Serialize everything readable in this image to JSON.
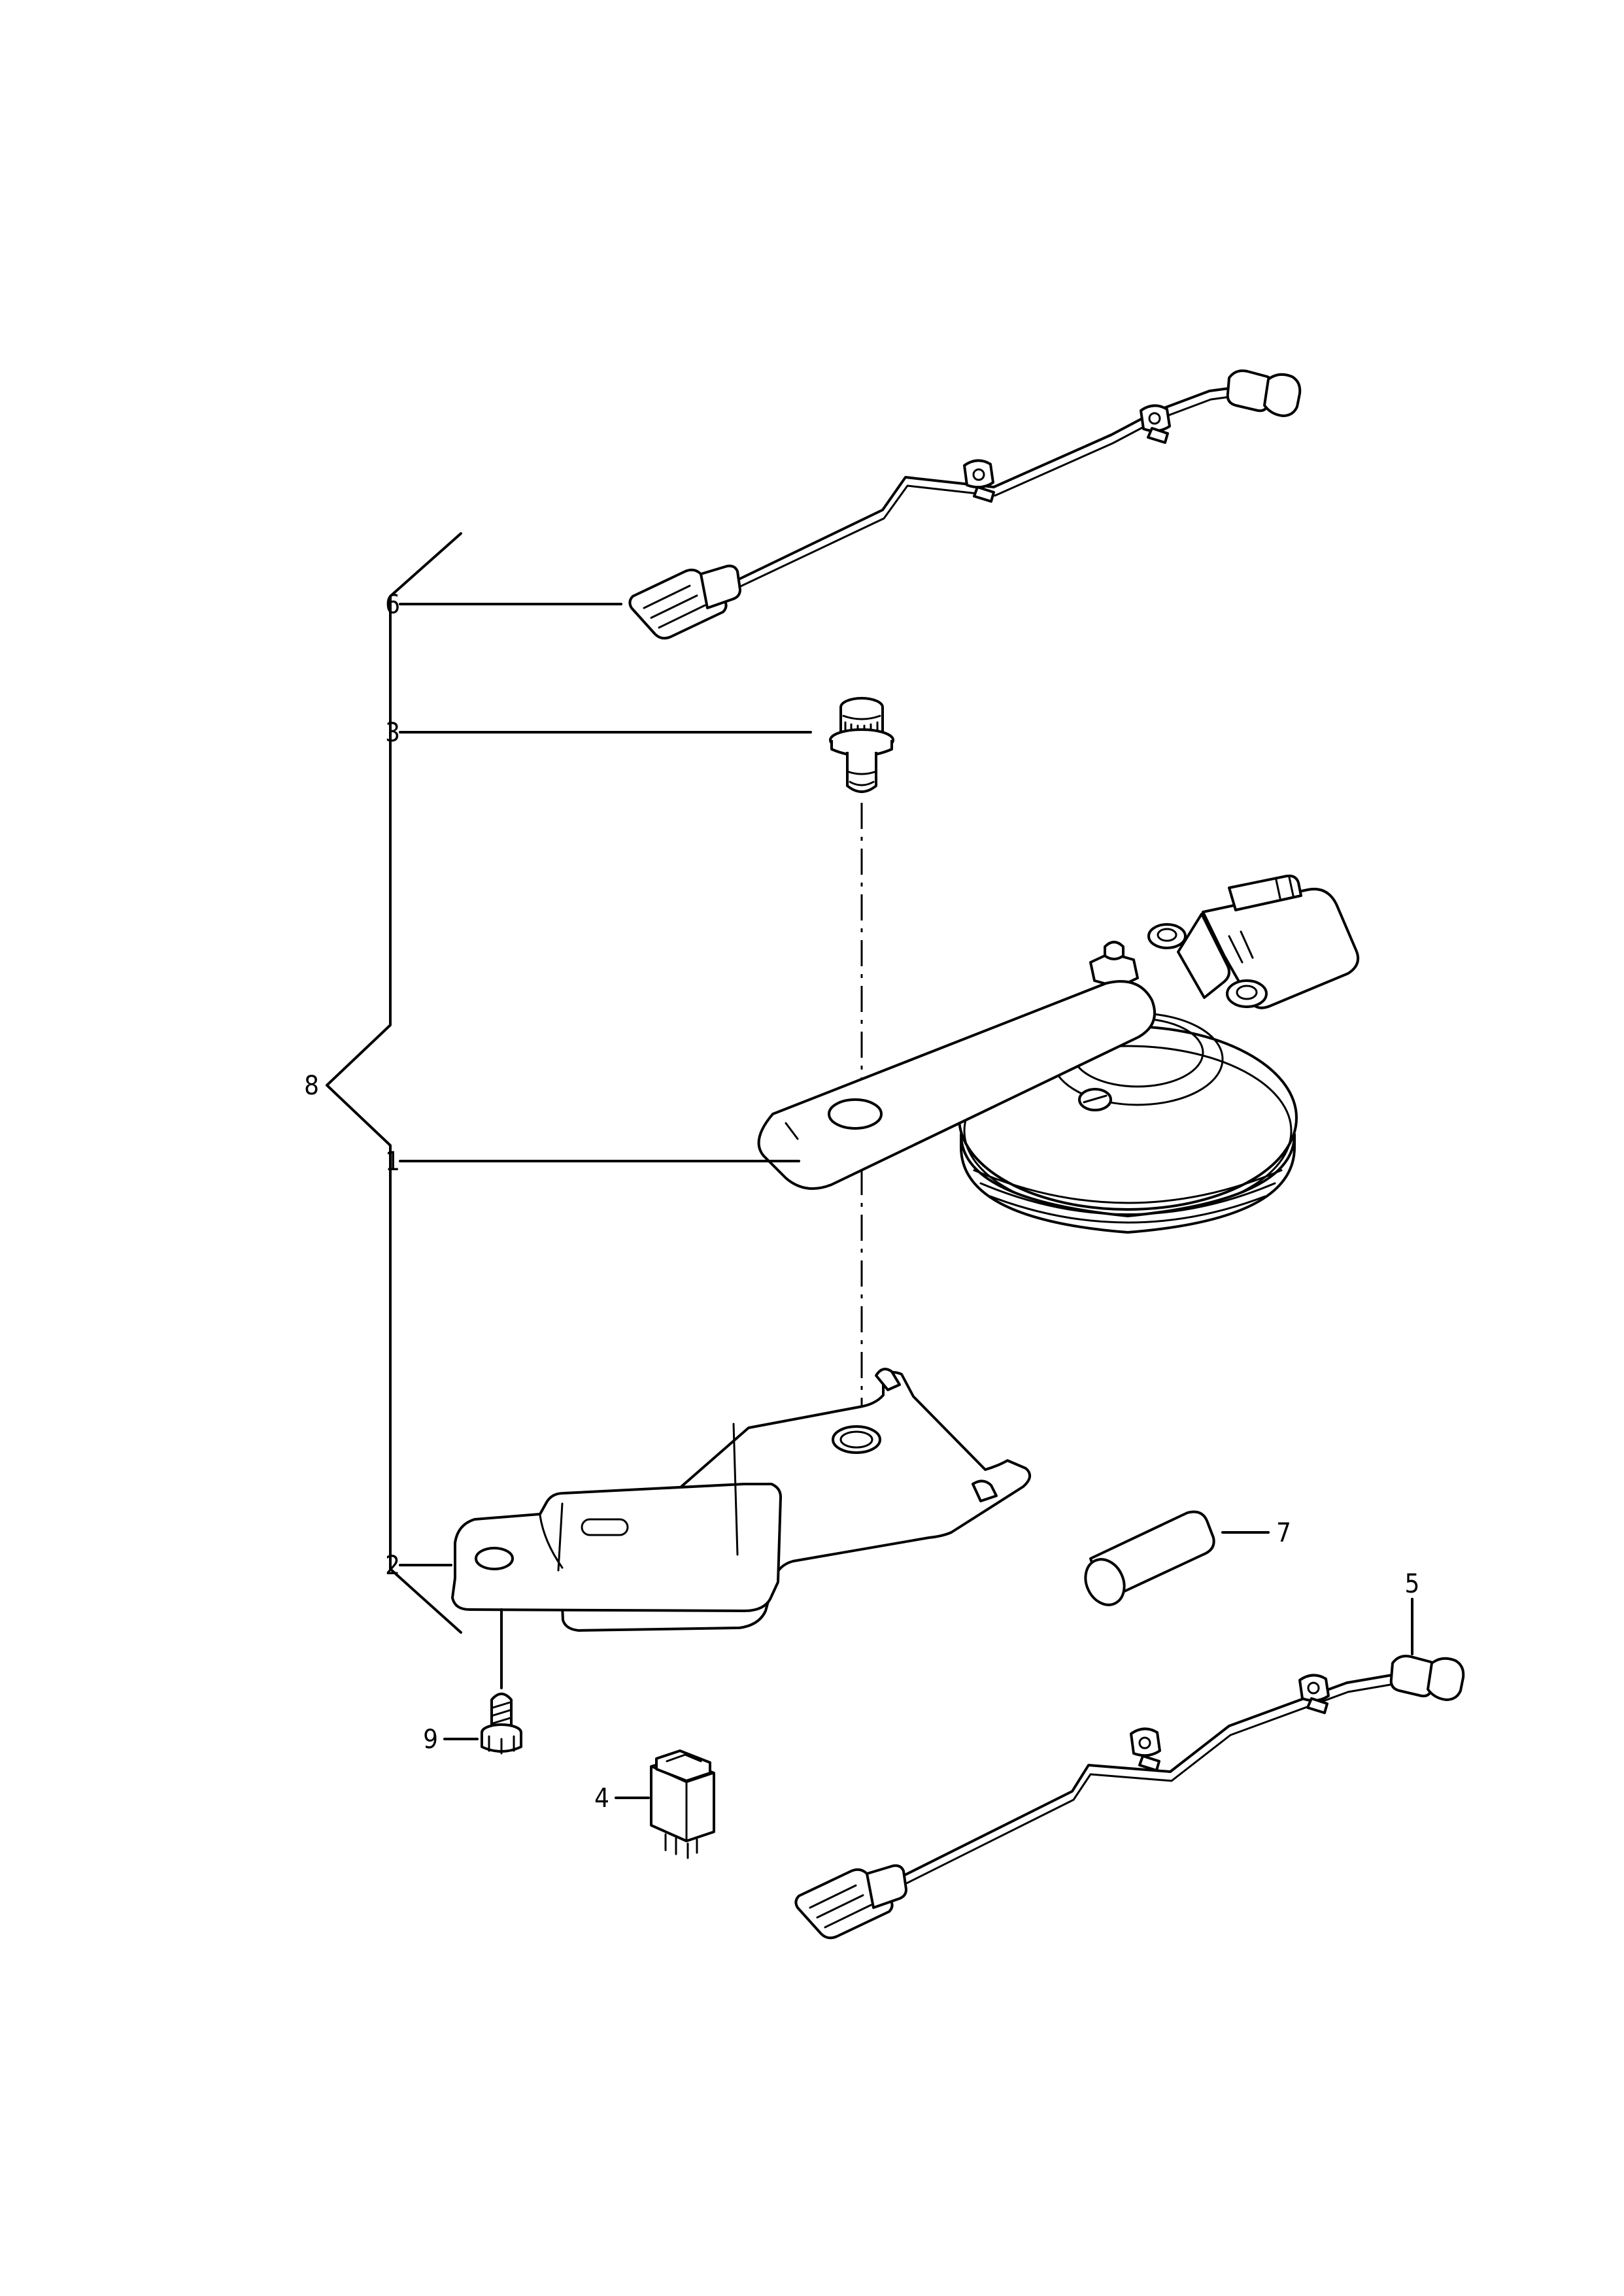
{
  "callouts": {
    "part_1": "1",
    "part_2": "2",
    "part_3": "3",
    "part_4": "4",
    "part_5": "5",
    "part_6": "6",
    "part_7": "7",
    "part_8": "8",
    "part_9": "9"
  }
}
